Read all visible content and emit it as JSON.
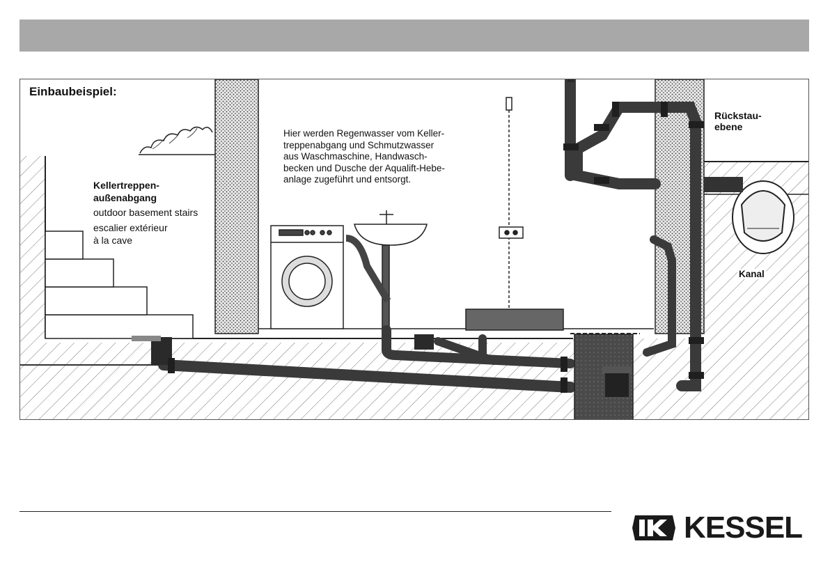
{
  "diagram": {
    "title": "Einbaubeispiel:",
    "stairs_label": {
      "de": "Kellertreppen-\naußenabgang",
      "en": "outdoor basement stairs",
      "fr": "escalier extérieur\nà la cave"
    },
    "description": "Hier werden Regenwasser vom Keller-\ntreppenabgang und Schmutzwasser\naus Waschmaschine, Handwasch-\nbecken und Dusche der Aqualift-Hebe-\nanlage zugeführt und entsorgt.",
    "backflow_label": "Rückstau-\nebene",
    "sewer_label": "Kanal"
  },
  "footer": {
    "brand": "KESSEL"
  }
}
